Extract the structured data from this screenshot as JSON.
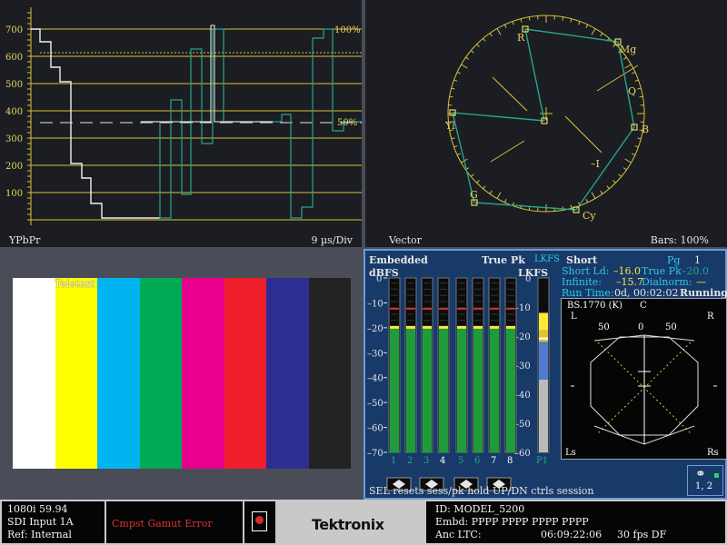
{
  "waveform": {
    "mode": "YPbPr",
    "timebase": "9 µs/Div",
    "ticks": [
      "700",
      "600",
      "500",
      "400",
      "300",
      "200",
      "100"
    ],
    "pct_top": "100%",
    "pct_mid": "50%"
  },
  "vector": {
    "title": "Vector",
    "bars": "Bars: 100%",
    "targets": {
      "R": "R",
      "Mg": "Mg",
      "B": "B",
      "Cy": "Cy",
      "G": "G",
      "Yl": "Yl",
      "Q": "Q",
      "I": "–I"
    }
  },
  "picture": {
    "overlay": "Teletext",
    "bar_colors": [
      "#ffffff",
      "#ffff00",
      "#00b4ef",
      "#00aa55",
      "#e8008c",
      "#ee1f2a",
      "#2d2d92",
      "#222222"
    ]
  },
  "audio": {
    "source": "Embedded",
    "dbfs_label": "dBFS",
    "true_pk_header": "True Pk",
    "lkfs_label": "LKFS",
    "lkfs_unit": "LKFS",
    "loudness_mode": "Short",
    "pg_label": "Pg",
    "pg_value": "1",
    "short_ld_label": "Short Ld:",
    "short_ld_value": "–16.0",
    "true_pk_label": "True Pk",
    "true_pk_value": "–20.0",
    "infinite_label": "Infinite:",
    "infinite_value": "–15.7",
    "dialnorm_label": "Dialnorm:",
    "dialnorm_value": "—",
    "runtime_label": "Run Time:",
    "runtime_value": "0d, 00:02:02",
    "running": "Running",
    "dbfs_scale": [
      "0",
      "–10",
      "–20",
      "–30",
      "–40",
      "–50",
      "–60",
      "–70"
    ],
    "lkfs_scale": [
      "0",
      "–10",
      "–20",
      "–30",
      "–40",
      "–50",
      "–60"
    ],
    "channels": [
      "1",
      "2",
      "3",
      "4",
      "5",
      "6",
      "7",
      "8"
    ],
    "p1_label": "P1",
    "levels_dbfs": [
      -20,
      -20,
      -20,
      -20,
      -20,
      -20,
      -20,
      -20
    ],
    "peak_dbfs": -12,
    "loudness_level_lkfs": -20.5,
    "sound_title": "BS.1770 (K)",
    "sound_c": "C",
    "sound_l": "L",
    "sound_r": "R",
    "sound_ls": "Ls",
    "sound_rs": "Rs",
    "sound_ticks": [
      "50",
      "0",
      "50"
    ],
    "footer": "SEL resets sess/pk hold   UP/DN ctrls session",
    "headphones": "1, 2"
  },
  "status": {
    "format": "1080i 59.94",
    "input": "SDI Input 1A",
    "ref": "Ref: Internal",
    "error": "Cmpst Gamut Error",
    "brand": "Tektronix",
    "id": "ID: MODEL_5200",
    "embd": "Embd: PPPP PPPP PPPP PPPP",
    "ltc_label": "Anc LTC:",
    "ltc_value": "06:09:22:06",
    "fps": "30 fps DF"
  },
  "colors": {
    "grid": "#d9c23a",
    "trace": "#2aa58a",
    "accent_cyan": "#2fc8e8",
    "accent_yellow": "#ffe63a",
    "error_red": "#e23030"
  }
}
